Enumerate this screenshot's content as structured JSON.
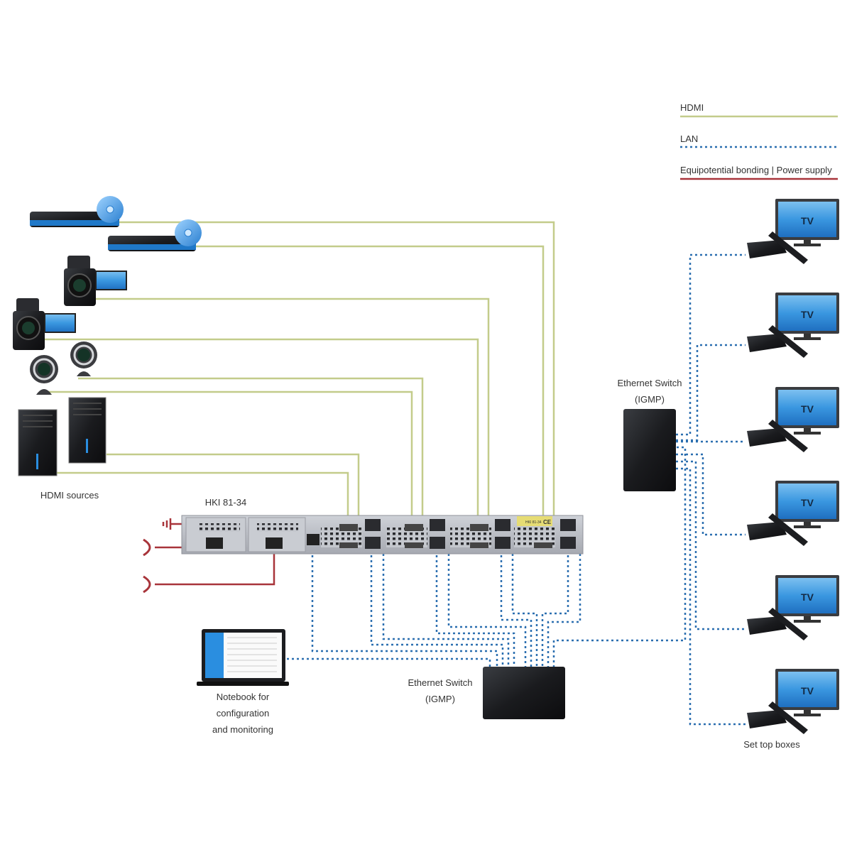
{
  "legend": {
    "items": [
      {
        "label": "HDMI",
        "style": "solid",
        "color": "#c3cc8b"
      },
      {
        "label": "LAN",
        "style": "dotted",
        "color": "#2b6fb0"
      },
      {
        "label": "Equipotential bonding | Power supply",
        "style": "solid",
        "color": "#a8343a"
      }
    ]
  },
  "sources": {
    "caption": "HDMI sources",
    "devices": [
      {
        "type": "bluray-player",
        "icon": "bluray-player-icon"
      },
      {
        "type": "bluray-player",
        "icon": "bluray-player-icon"
      },
      {
        "type": "camcorder",
        "icon": "camcorder-icon"
      },
      {
        "type": "camcorder",
        "icon": "camcorder-icon"
      },
      {
        "type": "webcam",
        "icon": "webcam-icon"
      },
      {
        "type": "webcam",
        "icon": "webcam-icon"
      },
      {
        "type": "pc-tower",
        "icon": "pc-tower-icon"
      },
      {
        "type": "pc-tower",
        "icon": "pc-tower-icon"
      }
    ]
  },
  "encoder": {
    "model": "HKI 81-34",
    "label_plate": "HKI 81-34",
    "ce_mark": "CE"
  },
  "notebook": {
    "caption_lines": [
      "Notebook for",
      "configuration",
      "and monitoring"
    ]
  },
  "switch_bottom": {
    "caption_lines": [
      "Ethernet Switch",
      "(IGMP)"
    ]
  },
  "switch_right": {
    "caption_lines": [
      "Ethernet Switch",
      "(IGMP)"
    ]
  },
  "receivers": {
    "caption": "Set top boxes",
    "tv_label": "TV",
    "count": 6
  },
  "colors": {
    "hdmi": "#c3cc8b",
    "lan": "#2b6fb0",
    "power": "#a8343a",
    "device_dark": "#1c1d20",
    "device_blue": "#1f78c8",
    "chassis": "#b9bcc3"
  }
}
